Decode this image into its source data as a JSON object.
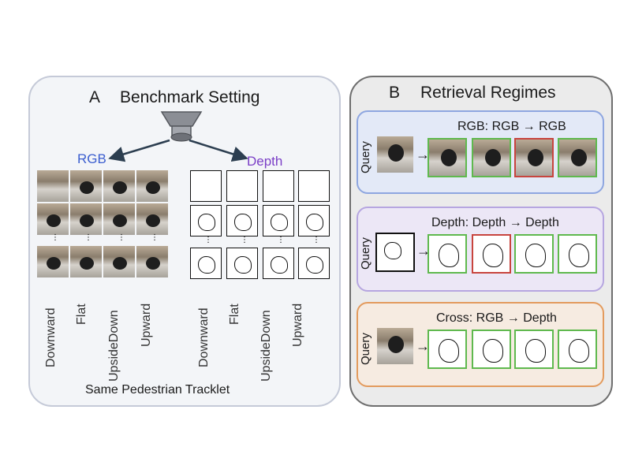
{
  "panel_a": {
    "letter": "A",
    "title": "Benchmark Setting",
    "rgb_label": "RGB",
    "depth_label": "Depth",
    "rgb_color": "#3b5ecf",
    "depth_color": "#7b3fc7",
    "column_labels": [
      "Downward",
      "Flat",
      "UpsideDown",
      "Upward"
    ],
    "footer": "Same Pedestrian Tracklet"
  },
  "panel_b": {
    "letter": "B",
    "title": "Retrieval Regimes",
    "query_label": "Query",
    "regimes": [
      {
        "title": "RGB: RGB → RGB",
        "border": "#8ea6e0",
        "fill": "#e3e9f7",
        "results": [
          "correct",
          "correct",
          "incorrect",
          "correct"
        ]
      },
      {
        "title": "Depth: Depth → Depth",
        "border": "#b6a6e0",
        "fill": "#ece7f6",
        "results": [
          "correct",
          "incorrect",
          "correct",
          "correct"
        ]
      },
      {
        "title": "Cross: RGB → Depth",
        "border": "#e39b5e",
        "fill": "#f6ebe1",
        "results": [
          "correct",
          "correct",
          "correct",
          "correct"
        ]
      }
    ]
  },
  "icons": {
    "camera": "camera-icon",
    "arrow": "right-arrow-icon"
  },
  "colors": {
    "correct": "#5fb94e",
    "incorrect": "#c8443e"
  }
}
